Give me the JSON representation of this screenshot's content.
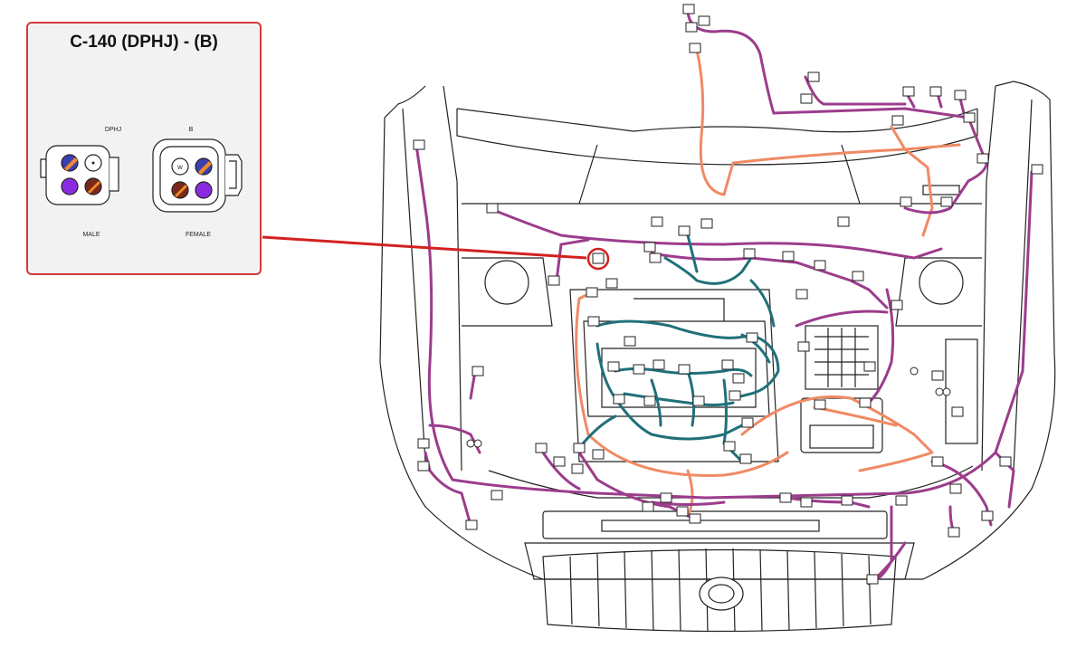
{
  "connector": {
    "title": "C-140 (DPHJ) - (B)",
    "male_header": "DPHJ",
    "female_header": "B",
    "male_label": "MALE",
    "female_label": "FEMALE",
    "female_pin_text": "W"
  },
  "colors": {
    "harness_main": "#9c3c8c",
    "harness_secondary": "#f08a64",
    "harness_engine": "#20707a",
    "callout": "#d42020",
    "outline": "#222222",
    "pin_blue": "#3b3fb0",
    "pin_orange": "#f08a2c",
    "pin_violet": "#8a2be2",
    "pin_brown": "#7a2a1a"
  }
}
